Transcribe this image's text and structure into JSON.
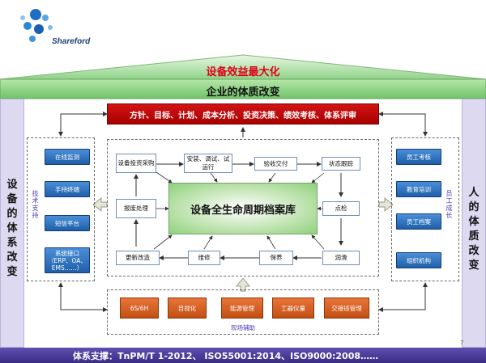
{
  "logo": {
    "brand": "Shareford"
  },
  "banner": {
    "top": "设备效益最大化",
    "middle": "企业的体质改变"
  },
  "left_column": {
    "label": "设备的体系改变"
  },
  "right_column": {
    "label": "人的体质改变"
  },
  "top_bar": {
    "text": "方针、目标、计划、成本分析、投资决策、绩效考核、体系评审"
  },
  "left_panel": {
    "label": "技术支持",
    "items": [
      "在线监测",
      "手持终端",
      "短信平台",
      "系统接口（ERP、OA、EMS……）"
    ]
  },
  "right_panel": {
    "label": "员工成长",
    "items": [
      "员工考核",
      "教育培训",
      "员工档案",
      "组织机构"
    ]
  },
  "lifecycle": {
    "center": "设备全生命周期档案库",
    "nodes": {
      "investment": "设备投资采购",
      "install": "安装、调试、试运行",
      "acceptance": "验收交付",
      "tracking": "状态跟踪",
      "inspection": "点检",
      "lubrication": "润滑",
      "maintenance": "保养",
      "repair": "维修",
      "renovation": "更新改造",
      "scrap": "报废处理"
    }
  },
  "bottom_panel": {
    "label": "现场辅助",
    "items": [
      "6S/6H",
      "目视化",
      "能源管理",
      "工器仪量",
      "交接班管理"
    ]
  },
  "footer": {
    "text": "体系支撑：TnPM/T 1-2012、 ISO55001:2014、ISO9000:2008……"
  },
  "page_number": "7",
  "colors": {
    "banner_green": "#8fd38a",
    "red_bar": "#c00000",
    "side_purple": "#ddd9f0",
    "footer_purple": "#4a3a9a"
  }
}
